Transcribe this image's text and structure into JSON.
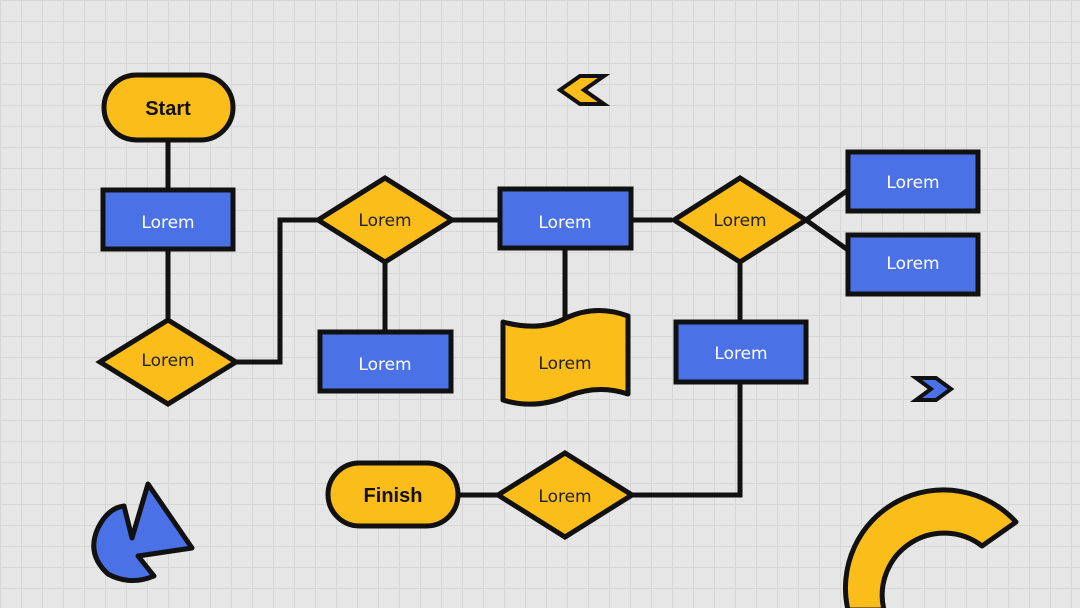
{
  "colors": {
    "background": "#e6e6e6",
    "grid": "#d6d6d6",
    "blue": "#4a72e6",
    "yellow": "#fbbd1a",
    "stroke": "#111111",
    "text_on_blue": "#ffffff",
    "text_on_yellow": "#222222"
  },
  "terminals": {
    "start": "Start",
    "finish": "Finish"
  },
  "nodes": {
    "process_1": "Lorem",
    "decision_1": "Lorem",
    "decision_2": "Lorem",
    "process_2": "Lorem",
    "process_3": "Lorem",
    "document_1": "Lorem",
    "decision_3": "Lorem",
    "process_4": "Lorem",
    "process_5": "Lorem",
    "process_6": "Lorem",
    "decision_4": "Lorem"
  },
  "decorations": [
    "chevron-left-icon",
    "chevron-right-icon",
    "blob-shape",
    "arc-shape"
  ]
}
